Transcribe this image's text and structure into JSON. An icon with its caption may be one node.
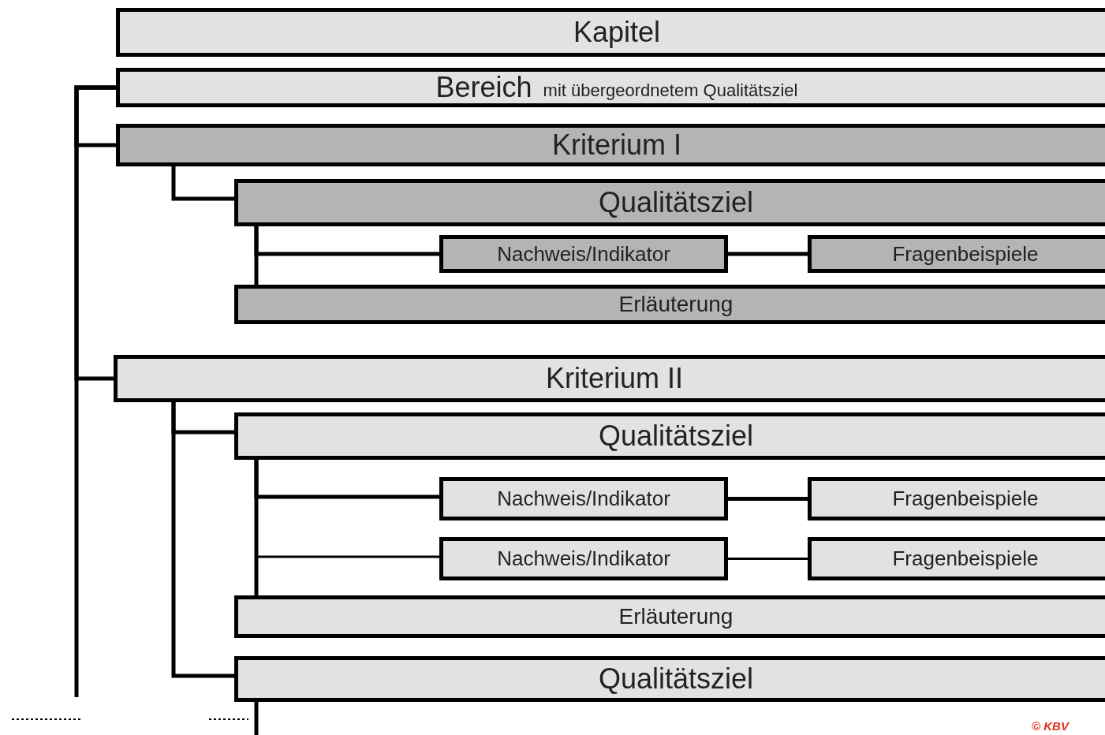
{
  "diagram": {
    "nodes": [
      {
        "text": [
          "Kapitel"
        ]
      },
      {
        "text": [
          "Bereich",
          "mit übergeordnetem Qualitätsziel"
        ]
      },
      {
        "text": [
          "Kriterium I"
        ]
      },
      {
        "text": [
          "Qualitätsziel"
        ]
      },
      {
        "text": [
          "Nachweis/Indikator"
        ]
      },
      {
        "text": [
          "Fragenbeispiele"
        ]
      },
      {
        "text": [
          "Erläuterung"
        ]
      },
      {
        "text": [
          "Kriterium II"
        ]
      },
      {
        "text": [
          "Qualitätsziel"
        ]
      },
      {
        "text": [
          "Nachweis/Indikator"
        ]
      },
      {
        "text": [
          "Fragenbeispiele"
        ]
      },
      {
        "text": [
          "Nachweis/Indikator"
        ]
      },
      {
        "text": [
          "Fragenbeispiele"
        ]
      },
      {
        "text": [
          "Erläuterung"
        ]
      },
      {
        "text": [
          "Qualitätsziel"
        ]
      }
    ],
    "edges": [
      {
        "from": 1,
        "to": 2,
        "arrow": "none"
      },
      {
        "from": 1,
        "to": 7,
        "arrow": "none"
      },
      {
        "from": 1,
        "to": null,
        "arrow": "none"
      },
      {
        "from": 2,
        "to": 3,
        "arrow": "none"
      },
      {
        "from": 3,
        "to": 4,
        "arrow": "none"
      },
      {
        "from": 3,
        "to": 6,
        "arrow": "none"
      },
      {
        "from": 4,
        "to": 5,
        "arrow": "none"
      },
      {
        "from": 7,
        "to": 8,
        "arrow": "none"
      },
      {
        "from": 7,
        "to": 14,
        "arrow": "none"
      },
      {
        "from": 8,
        "to": 9,
        "arrow": "none"
      },
      {
        "from": 8,
        "to": 11,
        "arrow": "none"
      },
      {
        "from": 8,
        "to": 13,
        "arrow": "none"
      },
      {
        "from": 9,
        "to": 10,
        "arrow": "none"
      },
      {
        "from": 11,
        "to": 12,
        "arrow": "none"
      },
      {
        "from": 14,
        "to": null,
        "arrow": "none"
      }
    ],
    "labels": [
      "© KBV"
    ]
  }
}
